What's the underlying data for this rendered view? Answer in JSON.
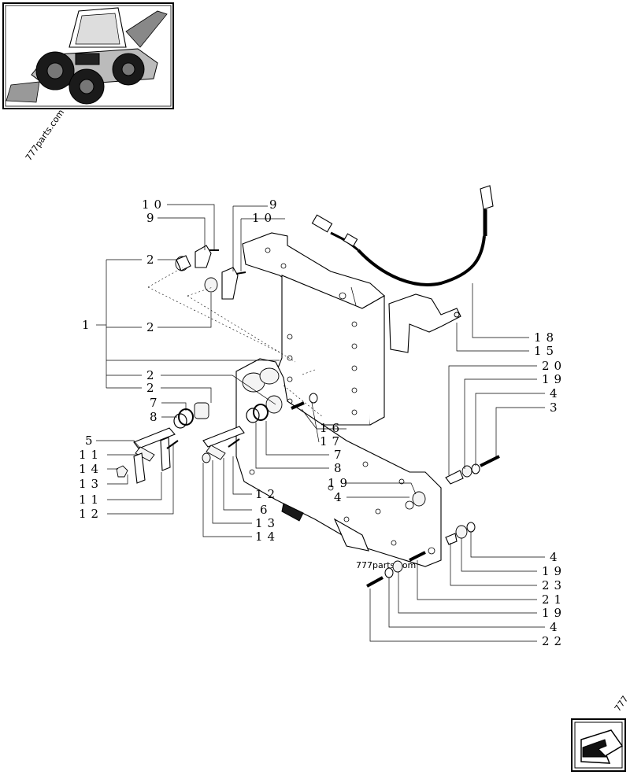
{
  "watermarks": [
    "777parts.com",
    "777parts.com",
    "777"
  ],
  "callouts": [
    {
      "id": "c-10a",
      "text": "10"
    },
    {
      "id": "c-9a",
      "text": "9"
    },
    {
      "id": "c-9b",
      "text": "9"
    },
    {
      "id": "c-10b",
      "text": "10"
    },
    {
      "id": "c-2a",
      "text": "2"
    },
    {
      "id": "c-1",
      "text": "1"
    },
    {
      "id": "c-2b",
      "text": "2"
    },
    {
      "id": "c-2c",
      "text": "2"
    },
    {
      "id": "c-2d",
      "text": "2"
    },
    {
      "id": "c-7a",
      "text": "7"
    },
    {
      "id": "c-8a",
      "text": "8"
    },
    {
      "id": "c-16",
      "text": "16"
    },
    {
      "id": "c-5",
      "text": "5"
    },
    {
      "id": "c-17",
      "text": "17"
    },
    {
      "id": "c-11a",
      "text": "11"
    },
    {
      "id": "c-7b",
      "text": "7"
    },
    {
      "id": "c-14a",
      "text": "14"
    },
    {
      "id": "c-8b",
      "text": "8"
    },
    {
      "id": "c-13a",
      "text": "13"
    },
    {
      "id": "c-19a",
      "text": "19"
    },
    {
      "id": "c-11b",
      "text": "11"
    },
    {
      "id": "c-4a",
      "text": "4"
    },
    {
      "id": "c-12a",
      "text": "12"
    },
    {
      "id": "c-12b",
      "text": "12"
    },
    {
      "id": "c-6",
      "text": "6"
    },
    {
      "id": "c-13b",
      "text": "13"
    },
    {
      "id": "c-14b",
      "text": "14"
    },
    {
      "id": "c-18",
      "text": "18"
    },
    {
      "id": "c-15",
      "text": "15"
    },
    {
      "id": "c-20",
      "text": "20"
    },
    {
      "id": "c-19b",
      "text": "19"
    },
    {
      "id": "c-4b",
      "text": "4"
    },
    {
      "id": "c-3",
      "text": "3"
    },
    {
      "id": "c-4c",
      "text": "4"
    },
    {
      "id": "c-19c",
      "text": "19"
    },
    {
      "id": "c-23",
      "text": "23"
    },
    {
      "id": "c-21",
      "text": "21"
    },
    {
      "id": "c-19d",
      "text": "19"
    },
    {
      "id": "c-4d",
      "text": "4"
    },
    {
      "id": "c-22",
      "text": "22"
    }
  ],
  "icons": {
    "thumbnail": "backhoe-loader-thumbnail-icon",
    "nav": "arrow-return-icon"
  }
}
